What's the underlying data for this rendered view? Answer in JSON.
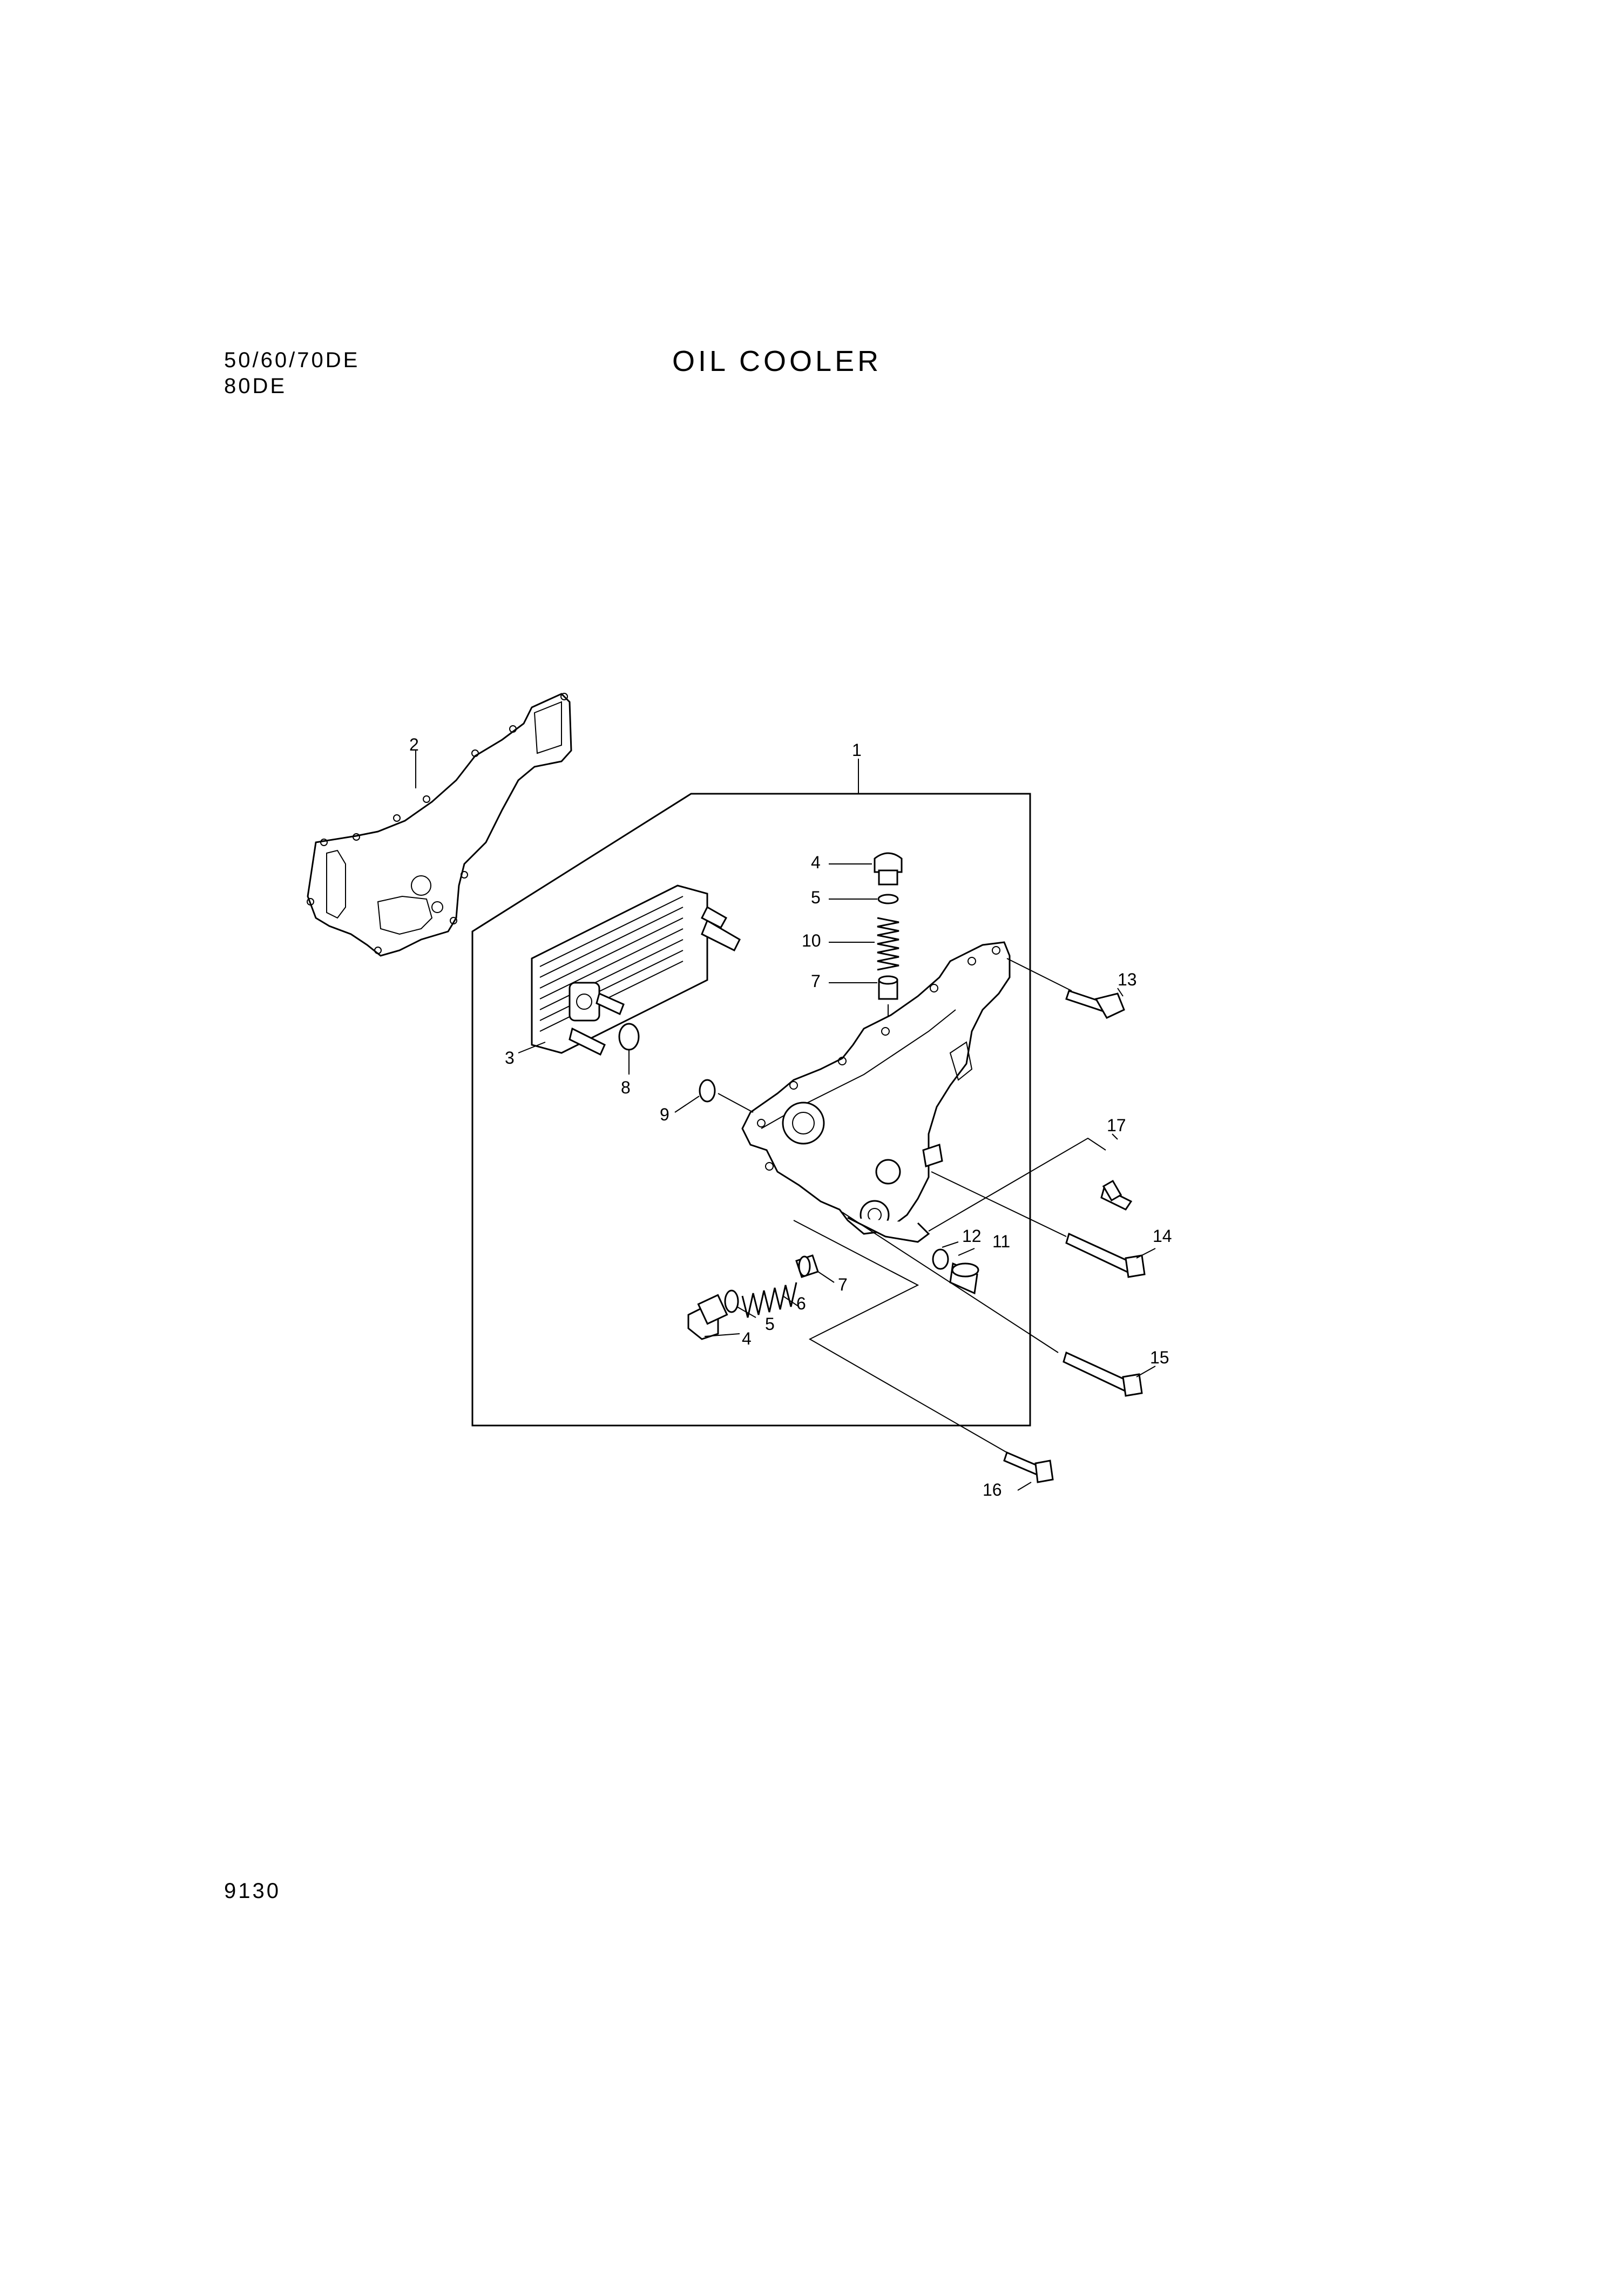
{
  "header": {
    "models_line1": "50/60/70DE",
    "models_line2": "80DE",
    "title": "OIL COOLER"
  },
  "footer": {
    "page_number": "9130"
  },
  "diagram": {
    "callouts": [
      "1",
      "2",
      "3",
      "4",
      "5",
      "10",
      "7",
      "8",
      "9",
      "13",
      "17",
      "12",
      "11",
      "14",
      "6",
      "7",
      "5",
      "4",
      "15",
      "16"
    ]
  }
}
